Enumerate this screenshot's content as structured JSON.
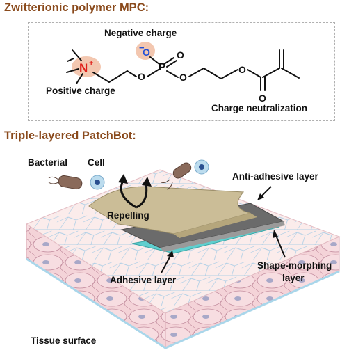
{
  "sections": {
    "mpc_title": "Zwitterionic polymer MPC:",
    "patchbot_title": "Triple-layered PatchBot:"
  },
  "molecule": {
    "negative_charge": "Negative charge",
    "positive_charge": "Positive charge",
    "charge_neutralization": "Charge neutralization",
    "atoms": {
      "nitrogen": "N",
      "plus": "+",
      "minus": "−",
      "phosphorus": "P",
      "oxygen": "O"
    }
  },
  "patchbot": {
    "bacterial": "Bacterial",
    "cell": "Cell",
    "repelling": "Repelling",
    "anti_adhesive_layer": "Anti-adhesive layer",
    "shape_morphing_layer_line1": "Shape-morphing",
    "shape_morphing_layer_line2": "layer",
    "adhesive_layer": "Adhesive layer",
    "tissue_surface": "Tissue surface"
  },
  "colors": {
    "title_brown": "#8a4a1c",
    "charge_halo": "#f3c7b0",
    "nitrogen_red": "#e0201a",
    "oxygen_blue": "#1f4fd8",
    "anti_adhesive": "#cbbd97",
    "shape_morphing": "#6b6b6b",
    "adhesive": "#5fcfcf",
    "tissue_pink": "#f2c9cf"
  }
}
